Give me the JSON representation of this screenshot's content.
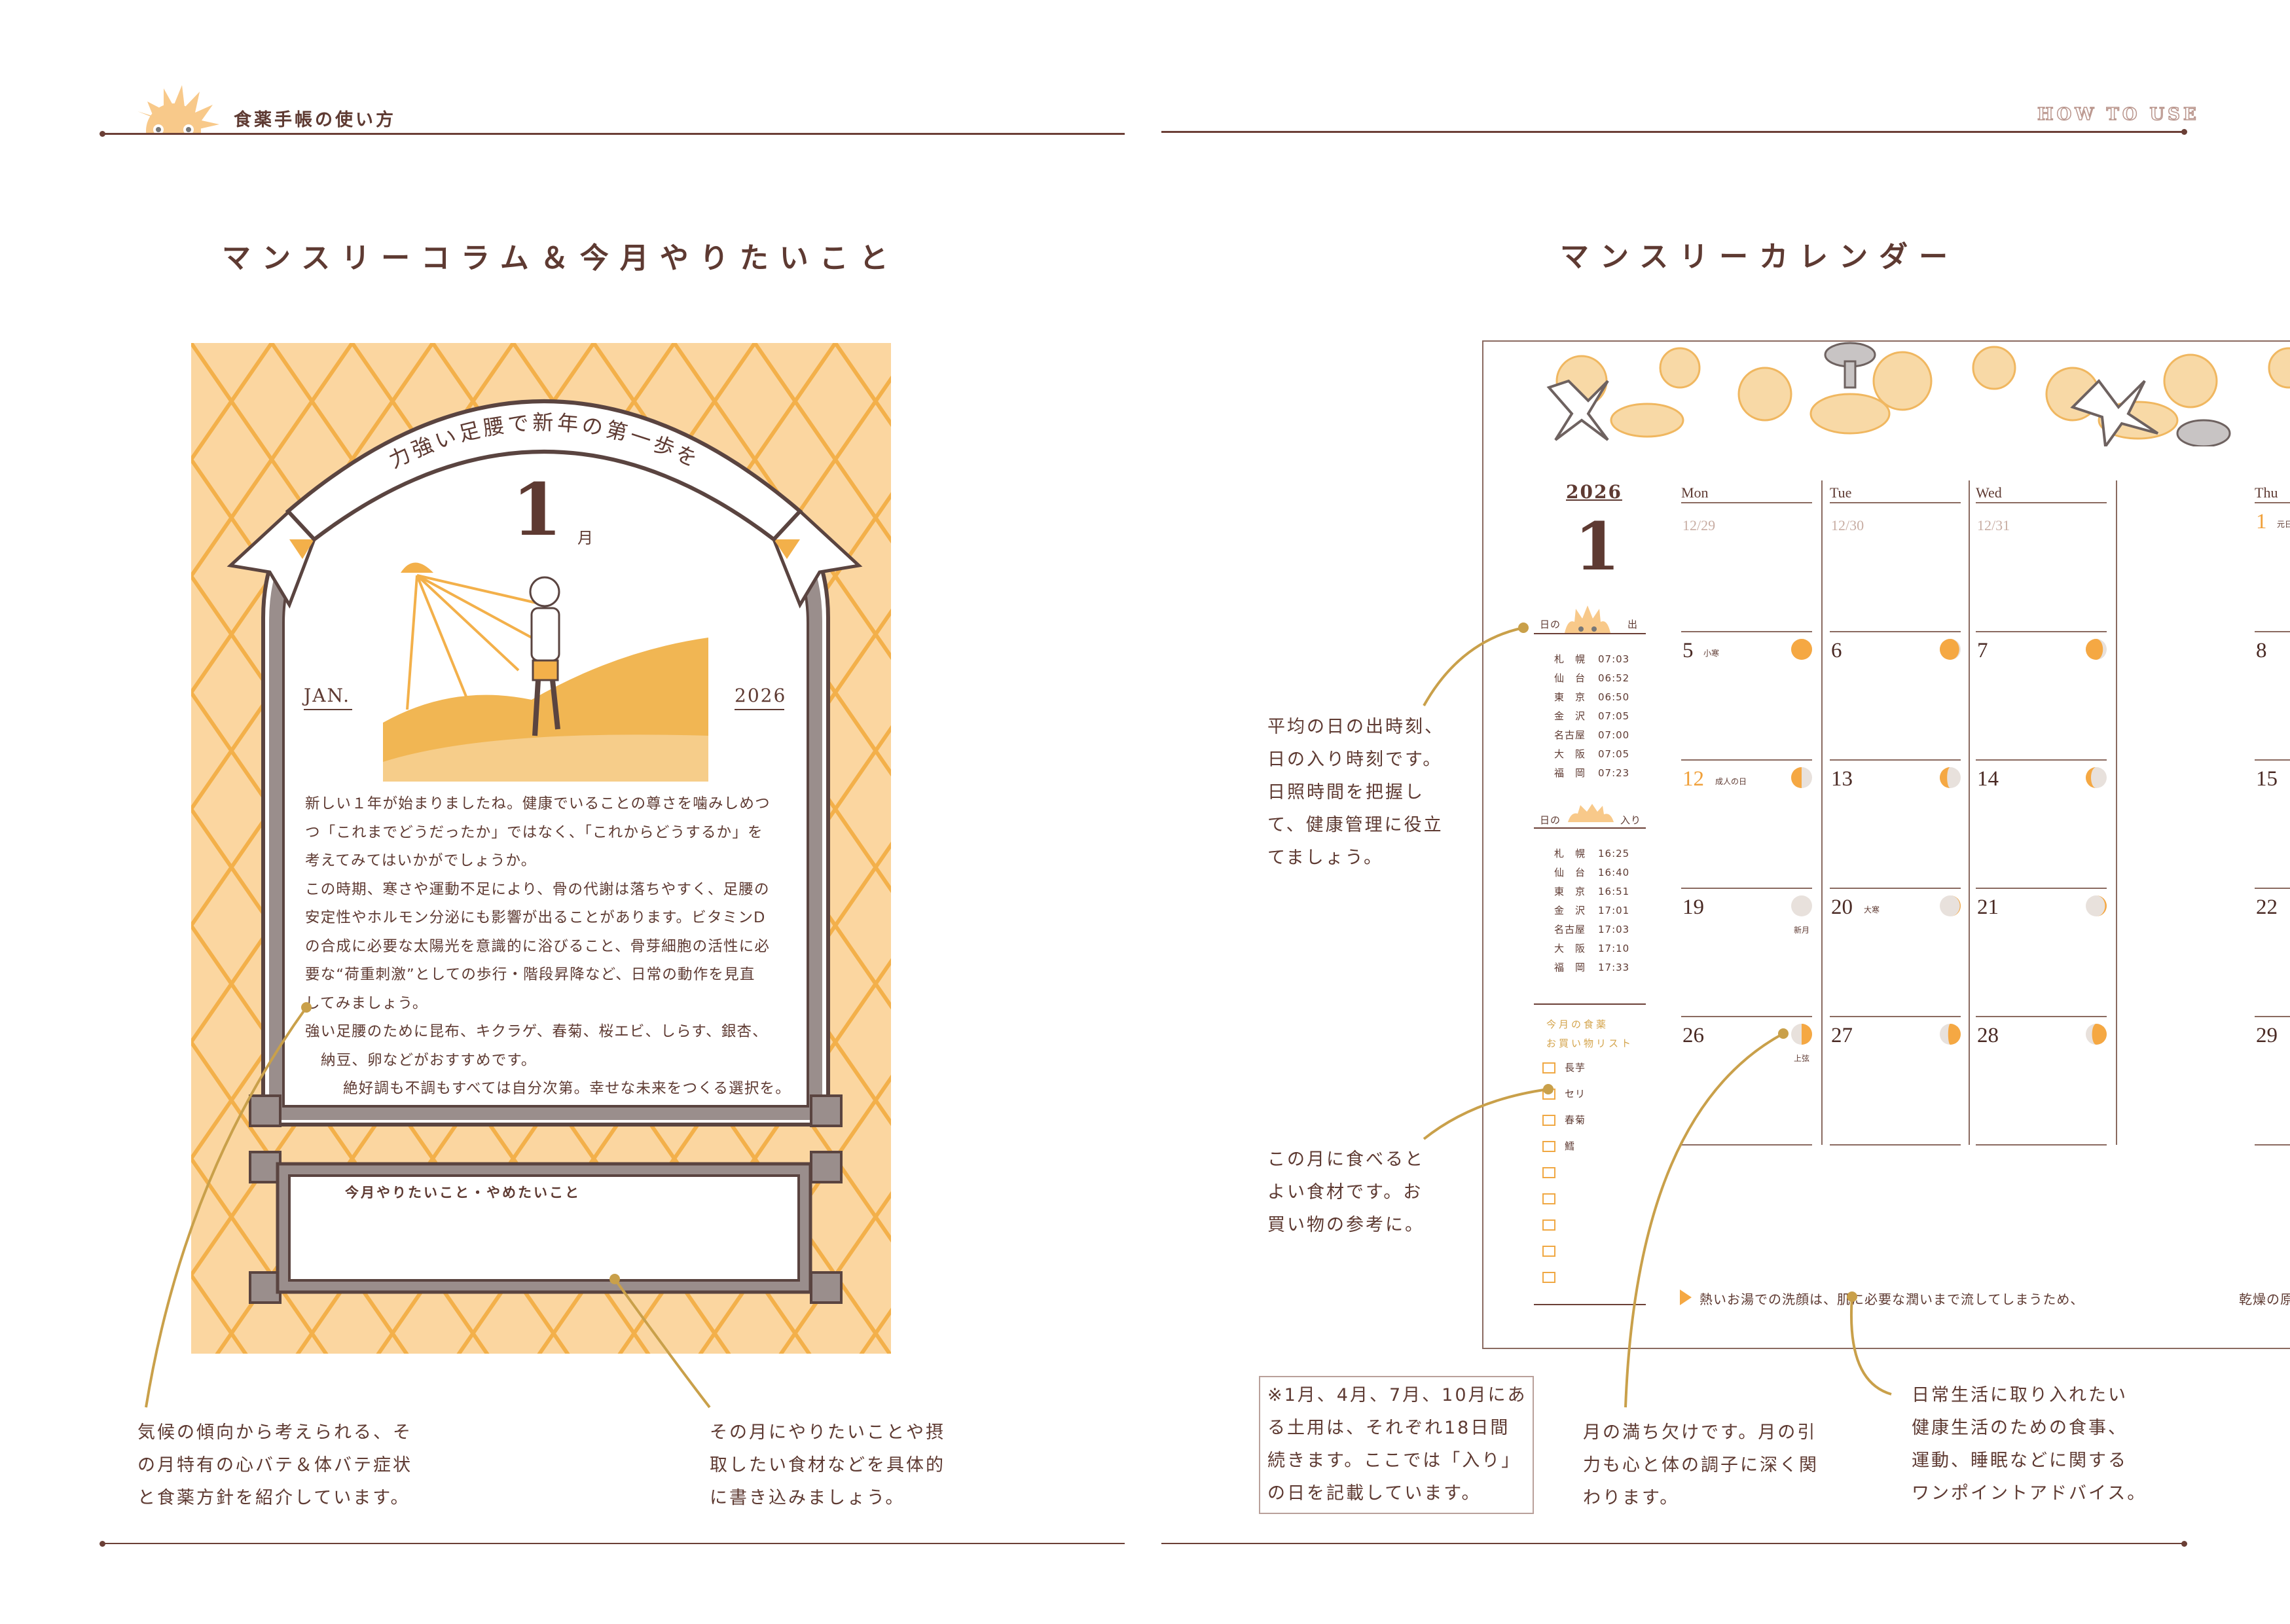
{
  "left_page": {
    "header": "食薬手帳の使い方",
    "title": "マンスリーコラム＆今月やりたいこと",
    "card": {
      "ribbon": "力強い足腰で新年の第一歩を",
      "month_num": "1",
      "month_suffix": "月",
      "month_en": "JAN.",
      "year": "2026",
      "body_lines": [
        "新しい１年が始まりましたね。健康でいることの尊さを噛みしめつ",
        "つ「これまでどうだったか」ではなく、「これからどうするか」を",
        "考えてみてはいかがでしょうか。",
        "この時期、寒さや運動不足により、骨の代謝は落ちやすく、足腰の",
        "安定性やホルモン分泌にも影響が出ることがあります。ビタミンD",
        "の合成に必要な太陽光を意識的に浴びること、骨芽細胞の活性に必",
        "要な“荷重刺激”としての歩行・階段昇降など、日常の動作を見直",
        "してみましょう。",
        "強い足腰のために昆布、キクラゲ、春菊、桜エビ、しらす、銀杏、",
        "納豆、卵などがおすすめです。",
        "絶好調も不調もすべては自分次第。幸せな未来をつくる選択を。"
      ],
      "todo_label": "今月やりたいこと・やめたいこと"
    },
    "notes": {
      "column": [
        "気候の傾向から考えられる、そ",
        "の月特有の心バテ＆体バテ症状",
        "と食薬方針を紹介しています。"
      ],
      "todo": [
        "その月にやりたいことや摂",
        "取したい食材などを具体的",
        "に書き込みましょう。"
      ]
    }
  },
  "right_page": {
    "header": "HOW TO USE",
    "title": "マンスリーカレンダー",
    "calendar": {
      "year": "2026",
      "month": "1",
      "sunrise_label_a": "日の",
      "sunrise_label_b": "出",
      "sunset_label_a": "日の",
      "sunset_label_b": "入り",
      "sunrise": [
        [
          "札　幌",
          "07:03"
        ],
        [
          "仙　台",
          "06:52"
        ],
        [
          "東　京",
          "06:50"
        ],
        [
          "金　沢",
          "07:05"
        ],
        [
          "名古屋",
          "07:00"
        ],
        [
          "大　阪",
          "07:05"
        ],
        [
          "福　岡",
          "07:23"
        ]
      ],
      "sunset": [
        [
          "札　幌",
          "16:25"
        ],
        [
          "仙　台",
          "16:40"
        ],
        [
          "東　京",
          "16:51"
        ],
        [
          "金　沢",
          "17:01"
        ],
        [
          "名古屋",
          "17:03"
        ],
        [
          "大　阪",
          "17:10"
        ],
        [
          "福　岡",
          "17:33"
        ]
      ],
      "shopping_title_1": "今月の食薬",
      "shopping_title_2": "お買い物リスト",
      "shopping": [
        "長芋",
        "セリ",
        "春菊",
        "鱈",
        "",
        "",
        "",
        "",
        ""
      ],
      "weekdays": [
        "Mon",
        "Tue",
        "Wed",
        "Thu"
      ],
      "weeks": [
        [
          {
            "day": "12/29",
            "prev": true
          },
          {
            "day": "12/30",
            "prev": true
          },
          {
            "day": "12/31",
            "prev": true
          },
          {
            "day": "1",
            "holiday": true,
            "label": "元日"
          }
        ],
        [
          {
            "day": "5",
            "label": "小寒",
            "moon": [
              1,
              "L"
            ]
          },
          {
            "day": "6",
            "moon": [
              0.93,
              "L"
            ]
          },
          {
            "day": "7",
            "moon": [
              0.82,
              "L"
            ]
          },
          {
            "day": "8"
          }
        ],
        [
          {
            "day": "12",
            "holiday": true,
            "label": "成人の日",
            "moon": [
              0.5,
              "L"
            ]
          },
          {
            "day": "13",
            "moon": [
              0.35,
              "L"
            ]
          },
          {
            "day": "14",
            "moon": [
              0.25,
              "L"
            ]
          },
          {
            "day": "15"
          }
        ],
        [
          {
            "day": "19",
            "moon": [
              0,
              "R"
            ],
            "moon_label": "新月"
          },
          {
            "day": "20",
            "label": "大寒",
            "moon": [
              0.04,
              "R"
            ]
          },
          {
            "day": "21",
            "moon": [
              0.08,
              "R"
            ]
          },
          {
            "day": "22"
          }
        ],
        [
          {
            "day": "26",
            "moon": [
              0.5,
              "R"
            ],
            "moon_label": "上弦"
          },
          {
            "day": "27",
            "moon": [
              0.6,
              "R"
            ]
          },
          {
            "day": "28",
            "moon": [
              0.7,
              "R"
            ]
          },
          {
            "day": "29"
          }
        ]
      ],
      "advice": "熱いお湯での洗顔は、肌に必要な潤いまで流してしまうため、",
      "advice_cont": "乾燥の原因に"
    },
    "notes": {
      "sun": [
        "平均の日の出時刻、",
        "日の入り時刻です。",
        "日照時間を把握し",
        "て、健康管理に役立",
        "てましょう。"
      ],
      "food": [
        "この月に食べると",
        "よい食材です。お",
        "買い物の参考に。"
      ],
      "doyo": [
        "※1月、4月、7月、10月にあ",
        "る土用は、それぞれ18日間",
        "続きます。ここでは「入り」",
        "の日を記載しています。"
      ],
      "moon": [
        "月の満ち欠けです。月の引",
        "力も心と体の調子に深く関",
        "わります。"
      ],
      "advice": [
        "日常生活に取り入れたい",
        "健康生活のための食事、",
        "運動、睡眠などに関する",
        "ワンポイントアドバイス。"
      ]
    }
  },
  "colors": {
    "brown": "#5e3a32",
    "orange": "#f5a843",
    "card_bg": "#fbd6a0",
    "gold": "#c9a04a",
    "moon_dark": "#e8e1dc"
  }
}
